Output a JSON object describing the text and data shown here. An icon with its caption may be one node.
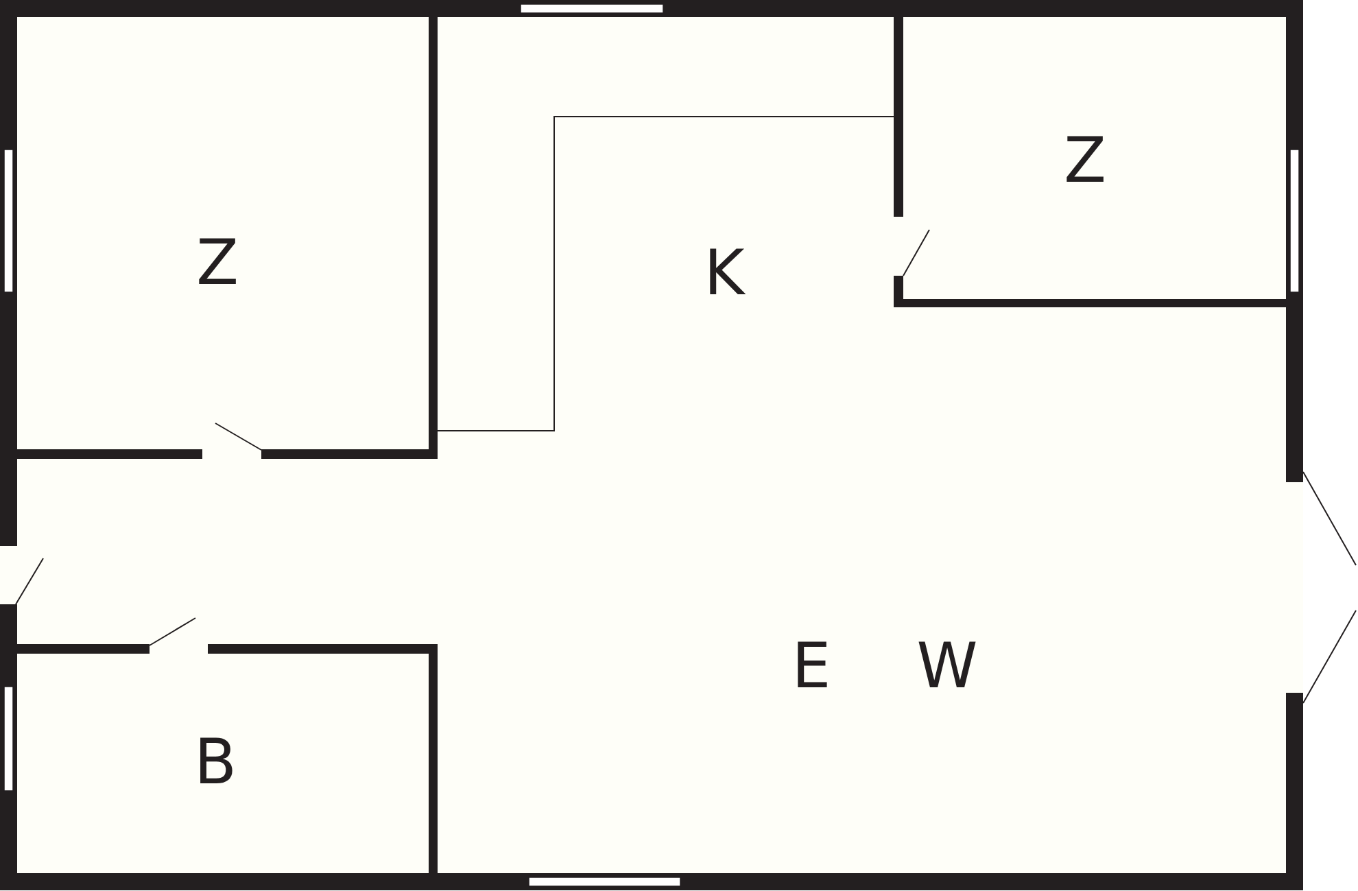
{
  "diagram": {
    "nodes": [
      {
        "text": [
          "Z"
        ]
      },
      {
        "text": [
          "K"
        ]
      },
      {
        "text": [
          "Z"
        ]
      },
      {
        "text": [
          "E",
          "W"
        ]
      },
      {
        "text": [
          "B"
        ]
      }
    ]
  }
}
